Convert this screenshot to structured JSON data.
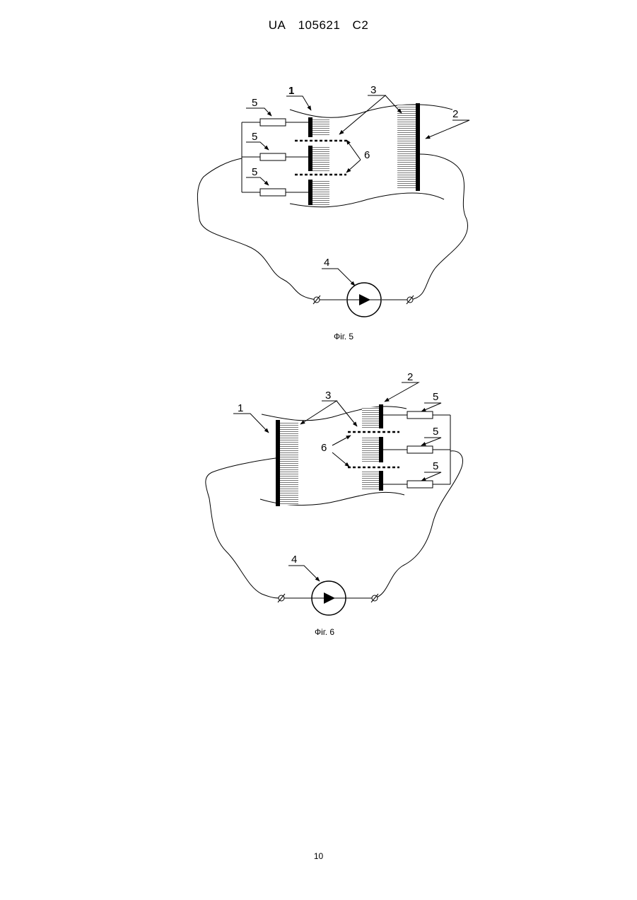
{
  "header": {
    "country": "UA",
    "number": "105621",
    "kind": "C2"
  },
  "page_number": "10",
  "fig5": {
    "caption": "Фіг. 5",
    "labels": {
      "l1": "1",
      "l2": "2",
      "l3": "3",
      "l4": "4",
      "l5a": "5",
      "l5b": "5",
      "l5c": "5",
      "l6": "6"
    }
  },
  "fig6": {
    "caption": "Фіг. 6",
    "labels": {
      "l1": "1",
      "l2": "2",
      "l3": "3",
      "l4": "4",
      "l5a": "5",
      "l5b": "5",
      "l5c": "5",
      "l6": "6"
    }
  }
}
